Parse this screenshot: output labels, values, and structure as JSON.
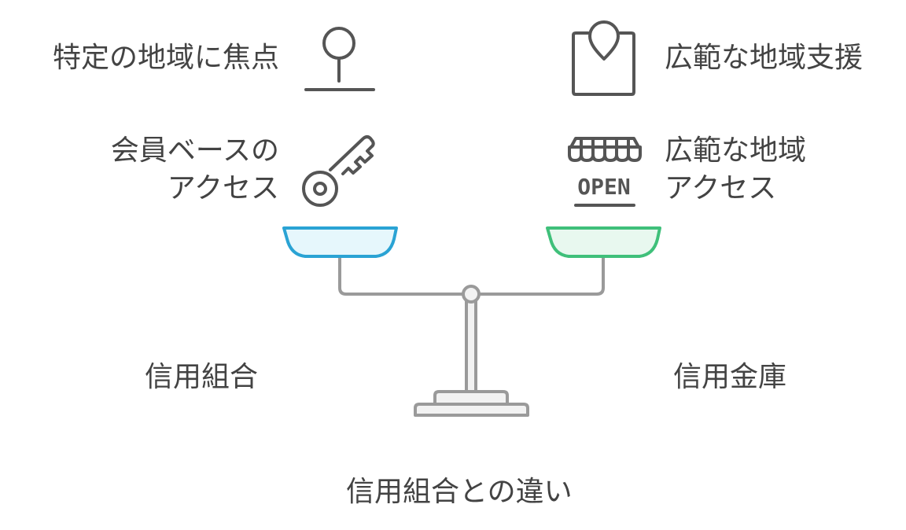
{
  "left_side": {
    "title": "信用組合",
    "features": [
      {
        "icon": "map-pin-icon",
        "lines": [
          "特定の地域に焦点"
        ]
      },
      {
        "icon": "key-icon",
        "lines": [
          "会員ベースの",
          "アクセス"
        ]
      }
    ],
    "pan_color": "#2aa3d4",
    "pan_fill": "#e6f7fc"
  },
  "right_side": {
    "title": "信用金庫",
    "features": [
      {
        "icon": "map-location-icon",
        "lines": [
          "広範な地域支援"
        ]
      },
      {
        "icon": "open-store-icon",
        "lines": [
          "広範な地域",
          "アクセス"
        ],
        "icon_text": "OPEN"
      }
    ],
    "pan_color": "#3fc07a",
    "pan_fill": "#e8f8ef"
  },
  "caption": "信用組合との違い"
}
